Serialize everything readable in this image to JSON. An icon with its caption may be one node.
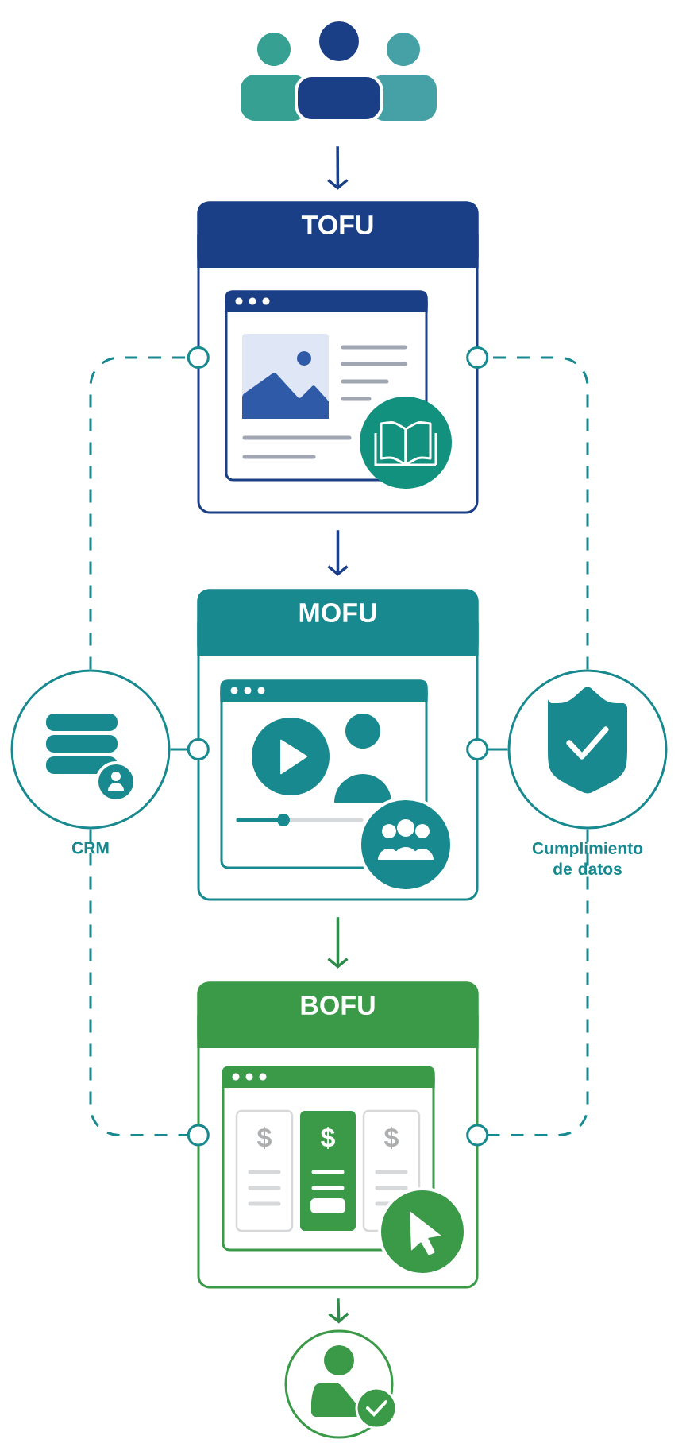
{
  "diagram": {
    "nodes": [
      {
        "text": [],
        "shape": "person"
      },
      {
        "text": [
          "TOFU"
        ]
      },
      {
        "text": [
          "MOFU"
        ]
      },
      {
        "text": [
          "BOFU"
        ]
      },
      {
        "text": [],
        "shape": "circle",
        "beside": [
          "CRM"
        ]
      },
      {
        "text": [],
        "shape": "circle",
        "beside": [
          "Cumplimiento de datos"
        ]
      },
      {
        "text": [],
        "shape": "circle"
      }
    ],
    "edges": [
      {
        "from": 0,
        "to": 1,
        "arrow": "to",
        "color": "#1b3f86"
      },
      {
        "from": 1,
        "to": 2,
        "arrow": "to",
        "color": "#1b3f86"
      },
      {
        "from": 2,
        "to": 3,
        "arrow": "to",
        "color": "#2e8b4a"
      },
      {
        "from": 3,
        "to": 6,
        "arrow": "to",
        "color": "#2e8b4a"
      },
      {
        "from": 4,
        "to": 1,
        "arrow": "other",
        "style": "dashed"
      },
      {
        "from": 4,
        "to": 2,
        "arrow": "other"
      },
      {
        "from": 4,
        "to": 3,
        "arrow": "other",
        "style": "dashed"
      },
      {
        "from": 5,
        "to": 1,
        "arrow": "other",
        "style": "dashed"
      },
      {
        "from": 5,
        "to": 2,
        "arrow": "other"
      },
      {
        "from": 5,
        "to": 3,
        "arrow": "other",
        "style": "dashed"
      }
    ],
    "labels": [
      "$",
      "$",
      "$"
    ]
  }
}
